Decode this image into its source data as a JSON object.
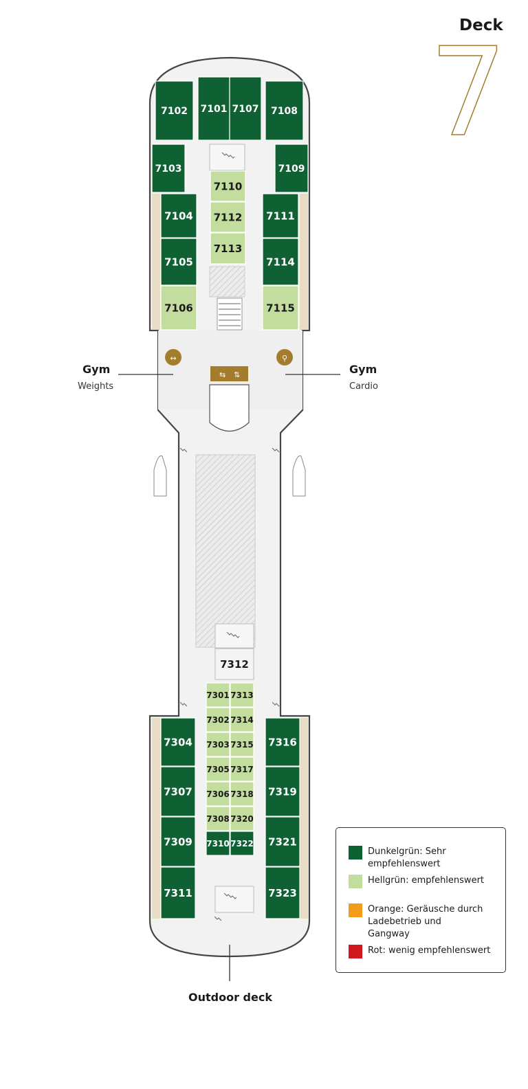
{
  "deck": {
    "title": "Deck",
    "number": "7"
  },
  "colors": {
    "dark_green": "#0f6133",
    "light_green": "#c3dd9f",
    "orange": "#f39c1c",
    "red": "#d0171f",
    "gold": "#a37c2e",
    "hull_fill": "#f2f2f2",
    "hull_stroke": "#454545",
    "balcony": "#e8dcc4"
  },
  "cabins": {
    "dark": [
      "7102",
      "7101",
      "7107",
      "7108",
      "7103",
      "7109",
      "7104",
      "7111",
      "7105",
      "7114",
      "7304",
      "7316",
      "7307",
      "7319",
      "7309",
      "7321",
      "7311",
      "7323",
      "7310",
      "7322"
    ],
    "light": [
      "7110",
      "7112",
      "7113",
      "7106",
      "7115",
      "7301",
      "7313",
      "7302",
      "7314",
      "7303",
      "7315",
      "7305",
      "7317",
      "7306",
      "7318",
      "7308",
      "7320"
    ],
    "neutral": [
      "7312"
    ]
  },
  "callouts": {
    "gym_weights": {
      "title": "Gym",
      "subtitle": "Weights",
      "icon": "dumbbell-icon"
    },
    "gym_cardio": {
      "title": "Gym",
      "subtitle": "Cardio",
      "icon": "bicycle-icon"
    },
    "outdoor_deck": "Outdoor deck"
  },
  "legend": [
    {
      "color": "#0f6133",
      "text": "Dunkelgrün: Sehr empfehlenswert"
    },
    {
      "color": "#c3dd9f",
      "text": "Hellgrün: empfehlenswert"
    },
    {
      "color": "#f39c1c",
      "text": "Orange: Geräusche durch Ladebetrieb und Gangway"
    },
    {
      "color": "#d0171f",
      "text": "Rot: wenig empfehlenswert"
    }
  ]
}
